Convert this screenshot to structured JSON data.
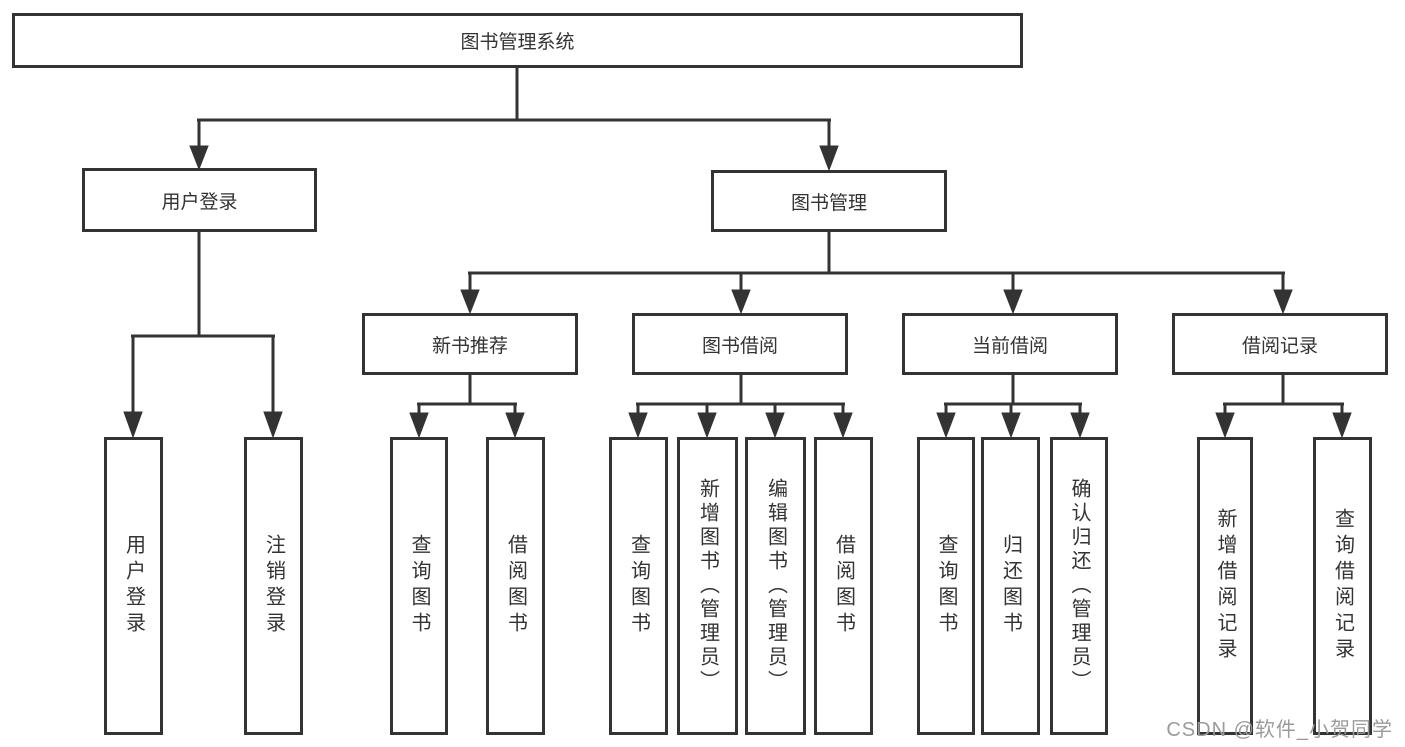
{
  "tree": {
    "root": "图书管理系统",
    "children": [
      {
        "label": "用户登录",
        "children": [
          "用户登录",
          "注销登录"
        ]
      },
      {
        "label": "图书管理",
        "children": [
          {
            "label": "新书推荐",
            "children": [
              "查询图书",
              "借阅图书"
            ]
          },
          {
            "label": "图书借阅",
            "children": [
              "查询图书",
              "新增图书（管理员）",
              "编辑图书（管理员）",
              "借阅图书"
            ]
          },
          {
            "label": "当前借阅",
            "children": [
              "查询图书",
              "归还图书",
              "确认归还（管理员）"
            ]
          },
          {
            "label": "借阅记录",
            "children": [
              "新增借阅记录",
              "查询借阅记录"
            ]
          }
        ]
      }
    ]
  },
  "watermark": "CSDN @软件_小贺同学",
  "colors": {
    "stroke": "#333333",
    "text": "#333333",
    "background": "#ffffff",
    "watermark": "#9b9b9b"
  }
}
